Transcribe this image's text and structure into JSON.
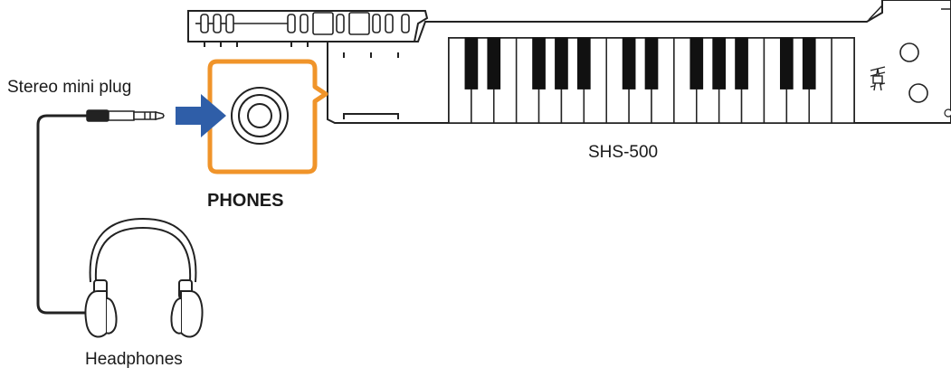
{
  "labels": {
    "plug": "Stereo mini plug",
    "model": "SHS-500",
    "jack": "PHONES",
    "headphones": "Headphones"
  },
  "colors": {
    "highlight": "#f0942a",
    "arrow": "#2f5ea8",
    "outline": "#222222",
    "body_fill": "#ffffff"
  },
  "keyboard": {
    "white_keys": 18,
    "black_key_pattern": [
      1,
      1,
      0,
      1,
      1,
      1,
      0
    ]
  },
  "icons": [
    "arrow-right-icon",
    "headphones-icon",
    "jack-icon",
    "plug-icon",
    "pitch-bend-icon"
  ]
}
